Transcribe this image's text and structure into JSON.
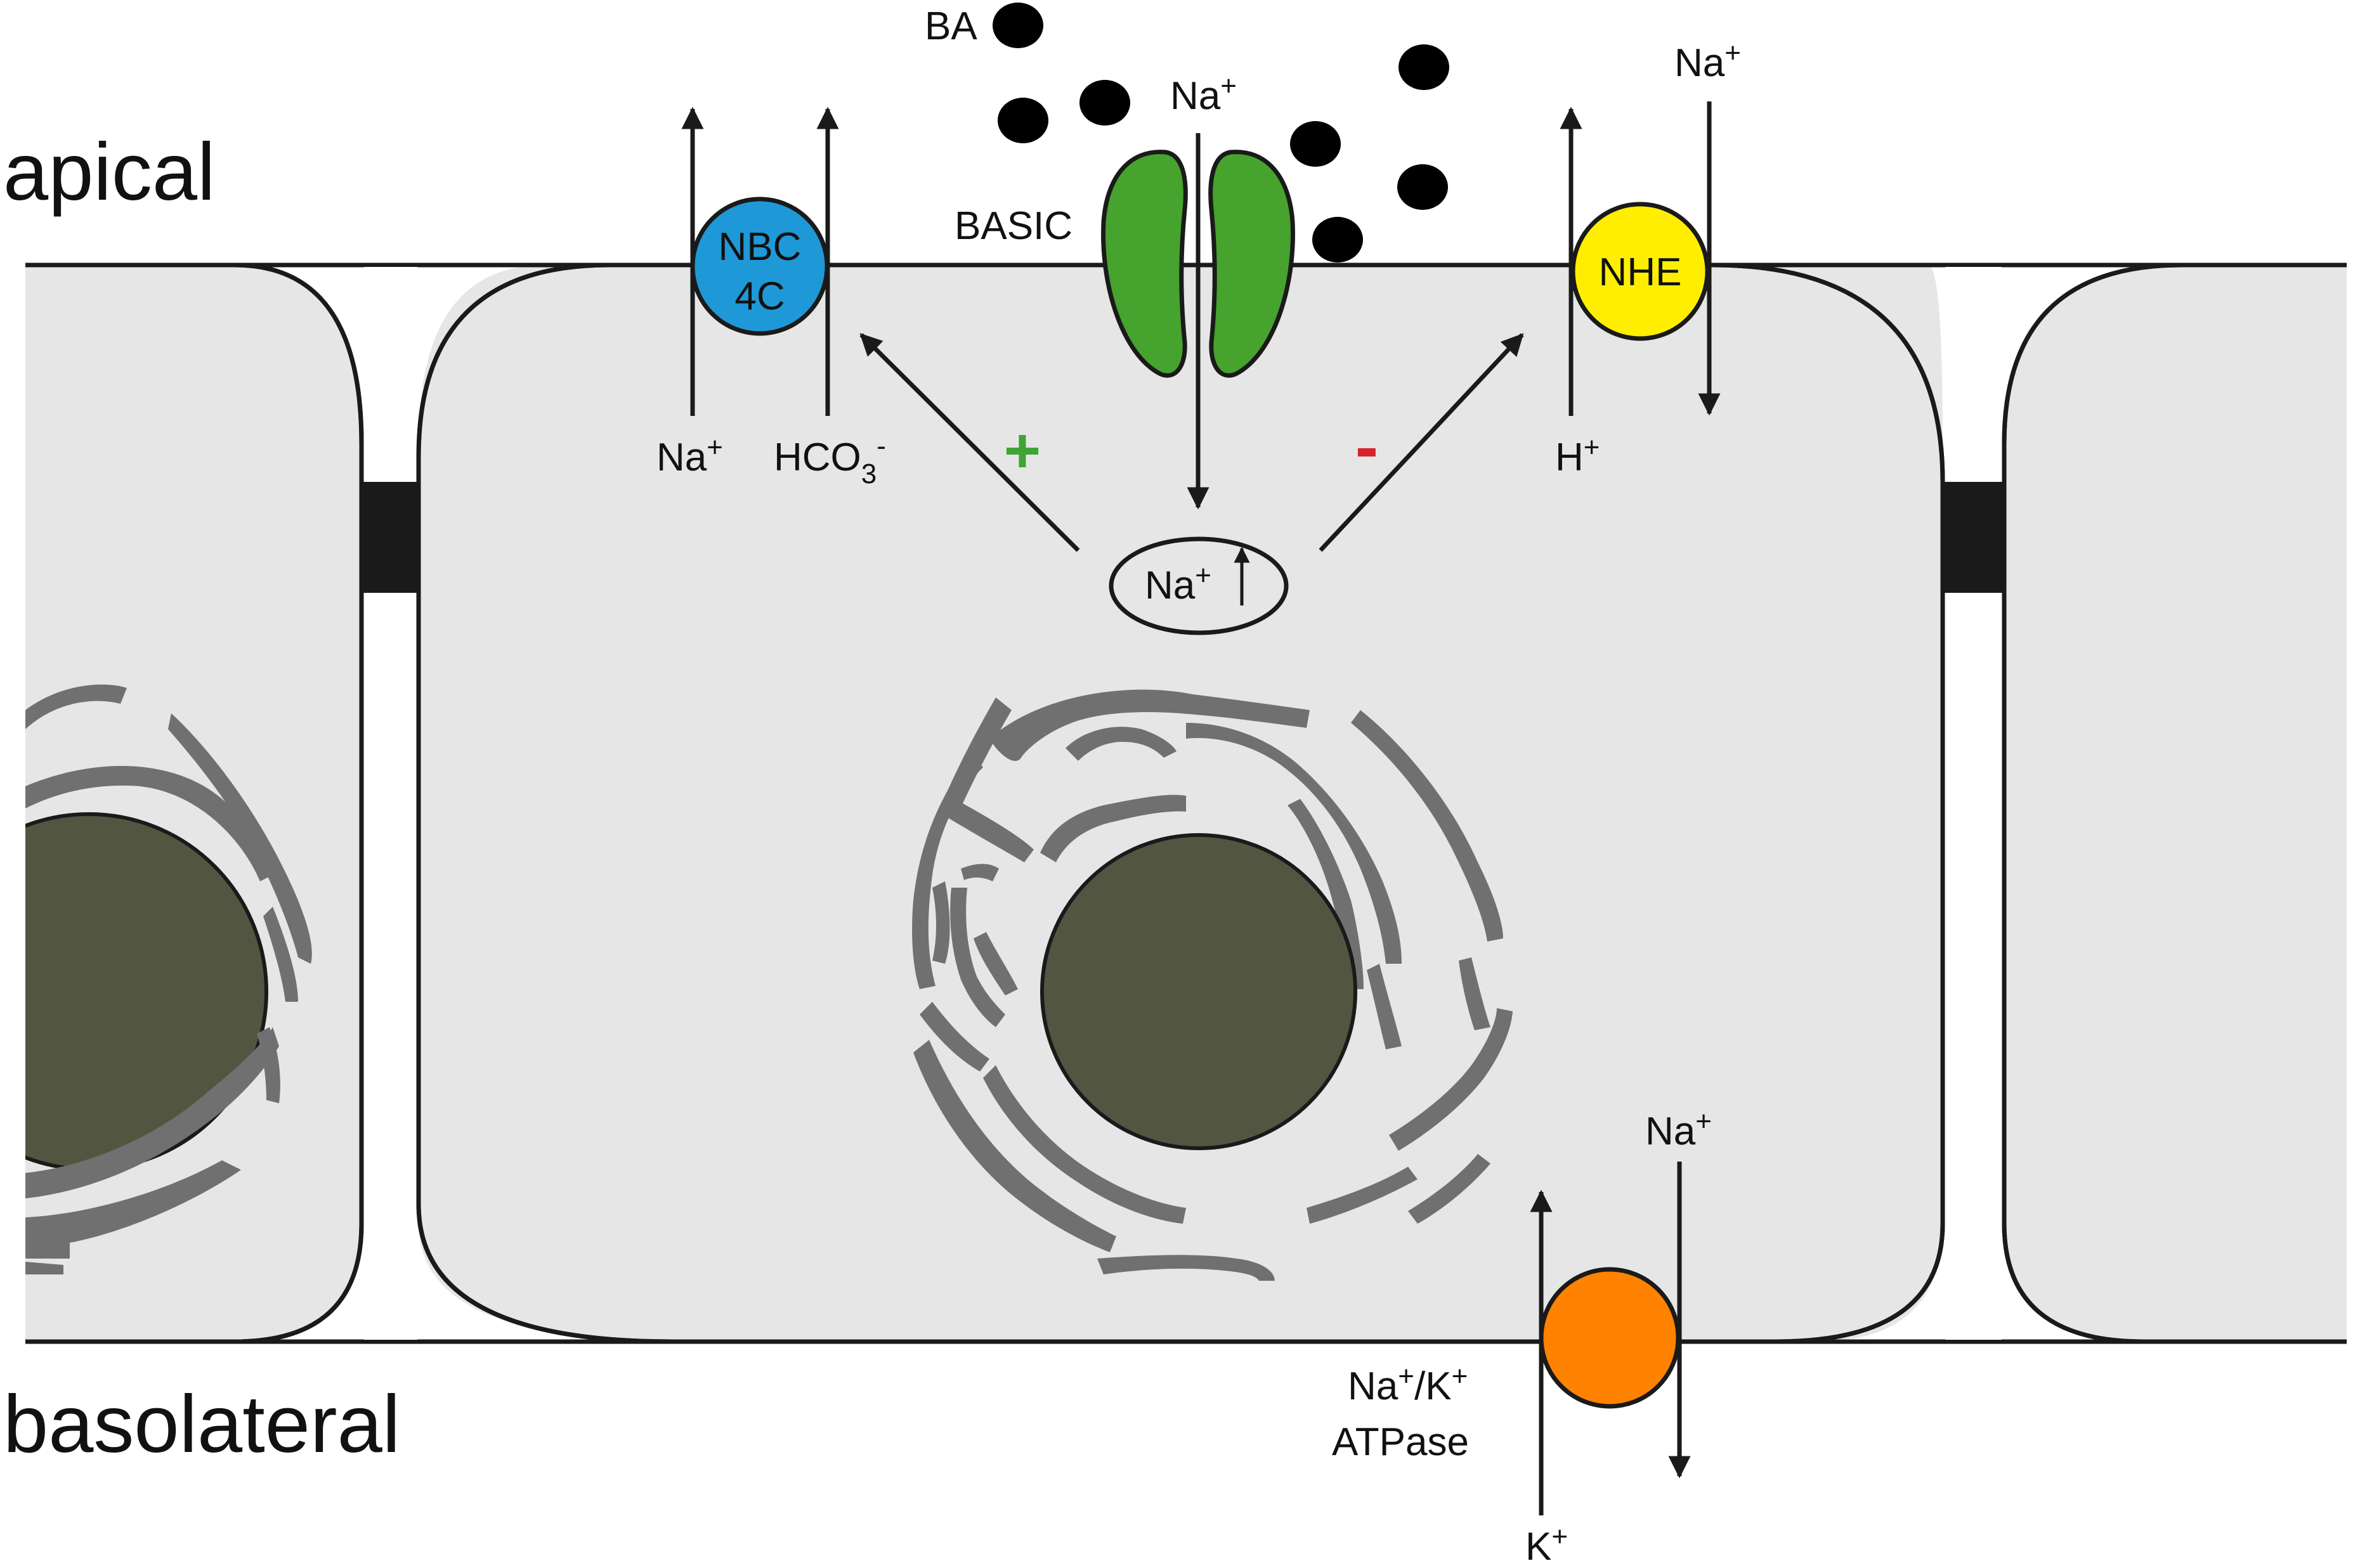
{
  "regions": {
    "apical": "apical",
    "basolateral": "basolateral"
  },
  "ligand": {
    "label": "BA"
  },
  "channel": {
    "name": "BASIC",
    "ion": "Na",
    "charge": "+"
  },
  "nbc": {
    "line1": "NBC",
    "line2": "4C",
    "ion_in": "Na",
    "ion_in_charge": "+",
    "bicarb_base": "HCO",
    "bicarb_sub": "3",
    "bicarb_charge": "-"
  },
  "nhe": {
    "name": "NHE",
    "proton": "H",
    "proton_charge": "+",
    "sodium": "Na",
    "sodium_charge": "+"
  },
  "intracellular": {
    "ion": "Na",
    "charge": "+"
  },
  "regulation": {
    "positive": "+",
    "negative": "-"
  },
  "pump": {
    "sodium": "Na",
    "sodium_charge": "+",
    "label_na": "Na",
    "label_sep": "/K",
    "label_charge": "+",
    "label_line2": "ATPase",
    "potassium": "K",
    "potassium_charge": "+"
  },
  "colors": {
    "cell_fill": "#e6e6e6",
    "outline": "#1a1a1a",
    "nucleus": "#525641",
    "er": "#707070",
    "nbc": "#1f98d8",
    "nhe": "#ffee00",
    "basic": "#46a32d",
    "pump": "#ff8200",
    "plus": "#3fa435",
    "minus": "#d6232e"
  }
}
